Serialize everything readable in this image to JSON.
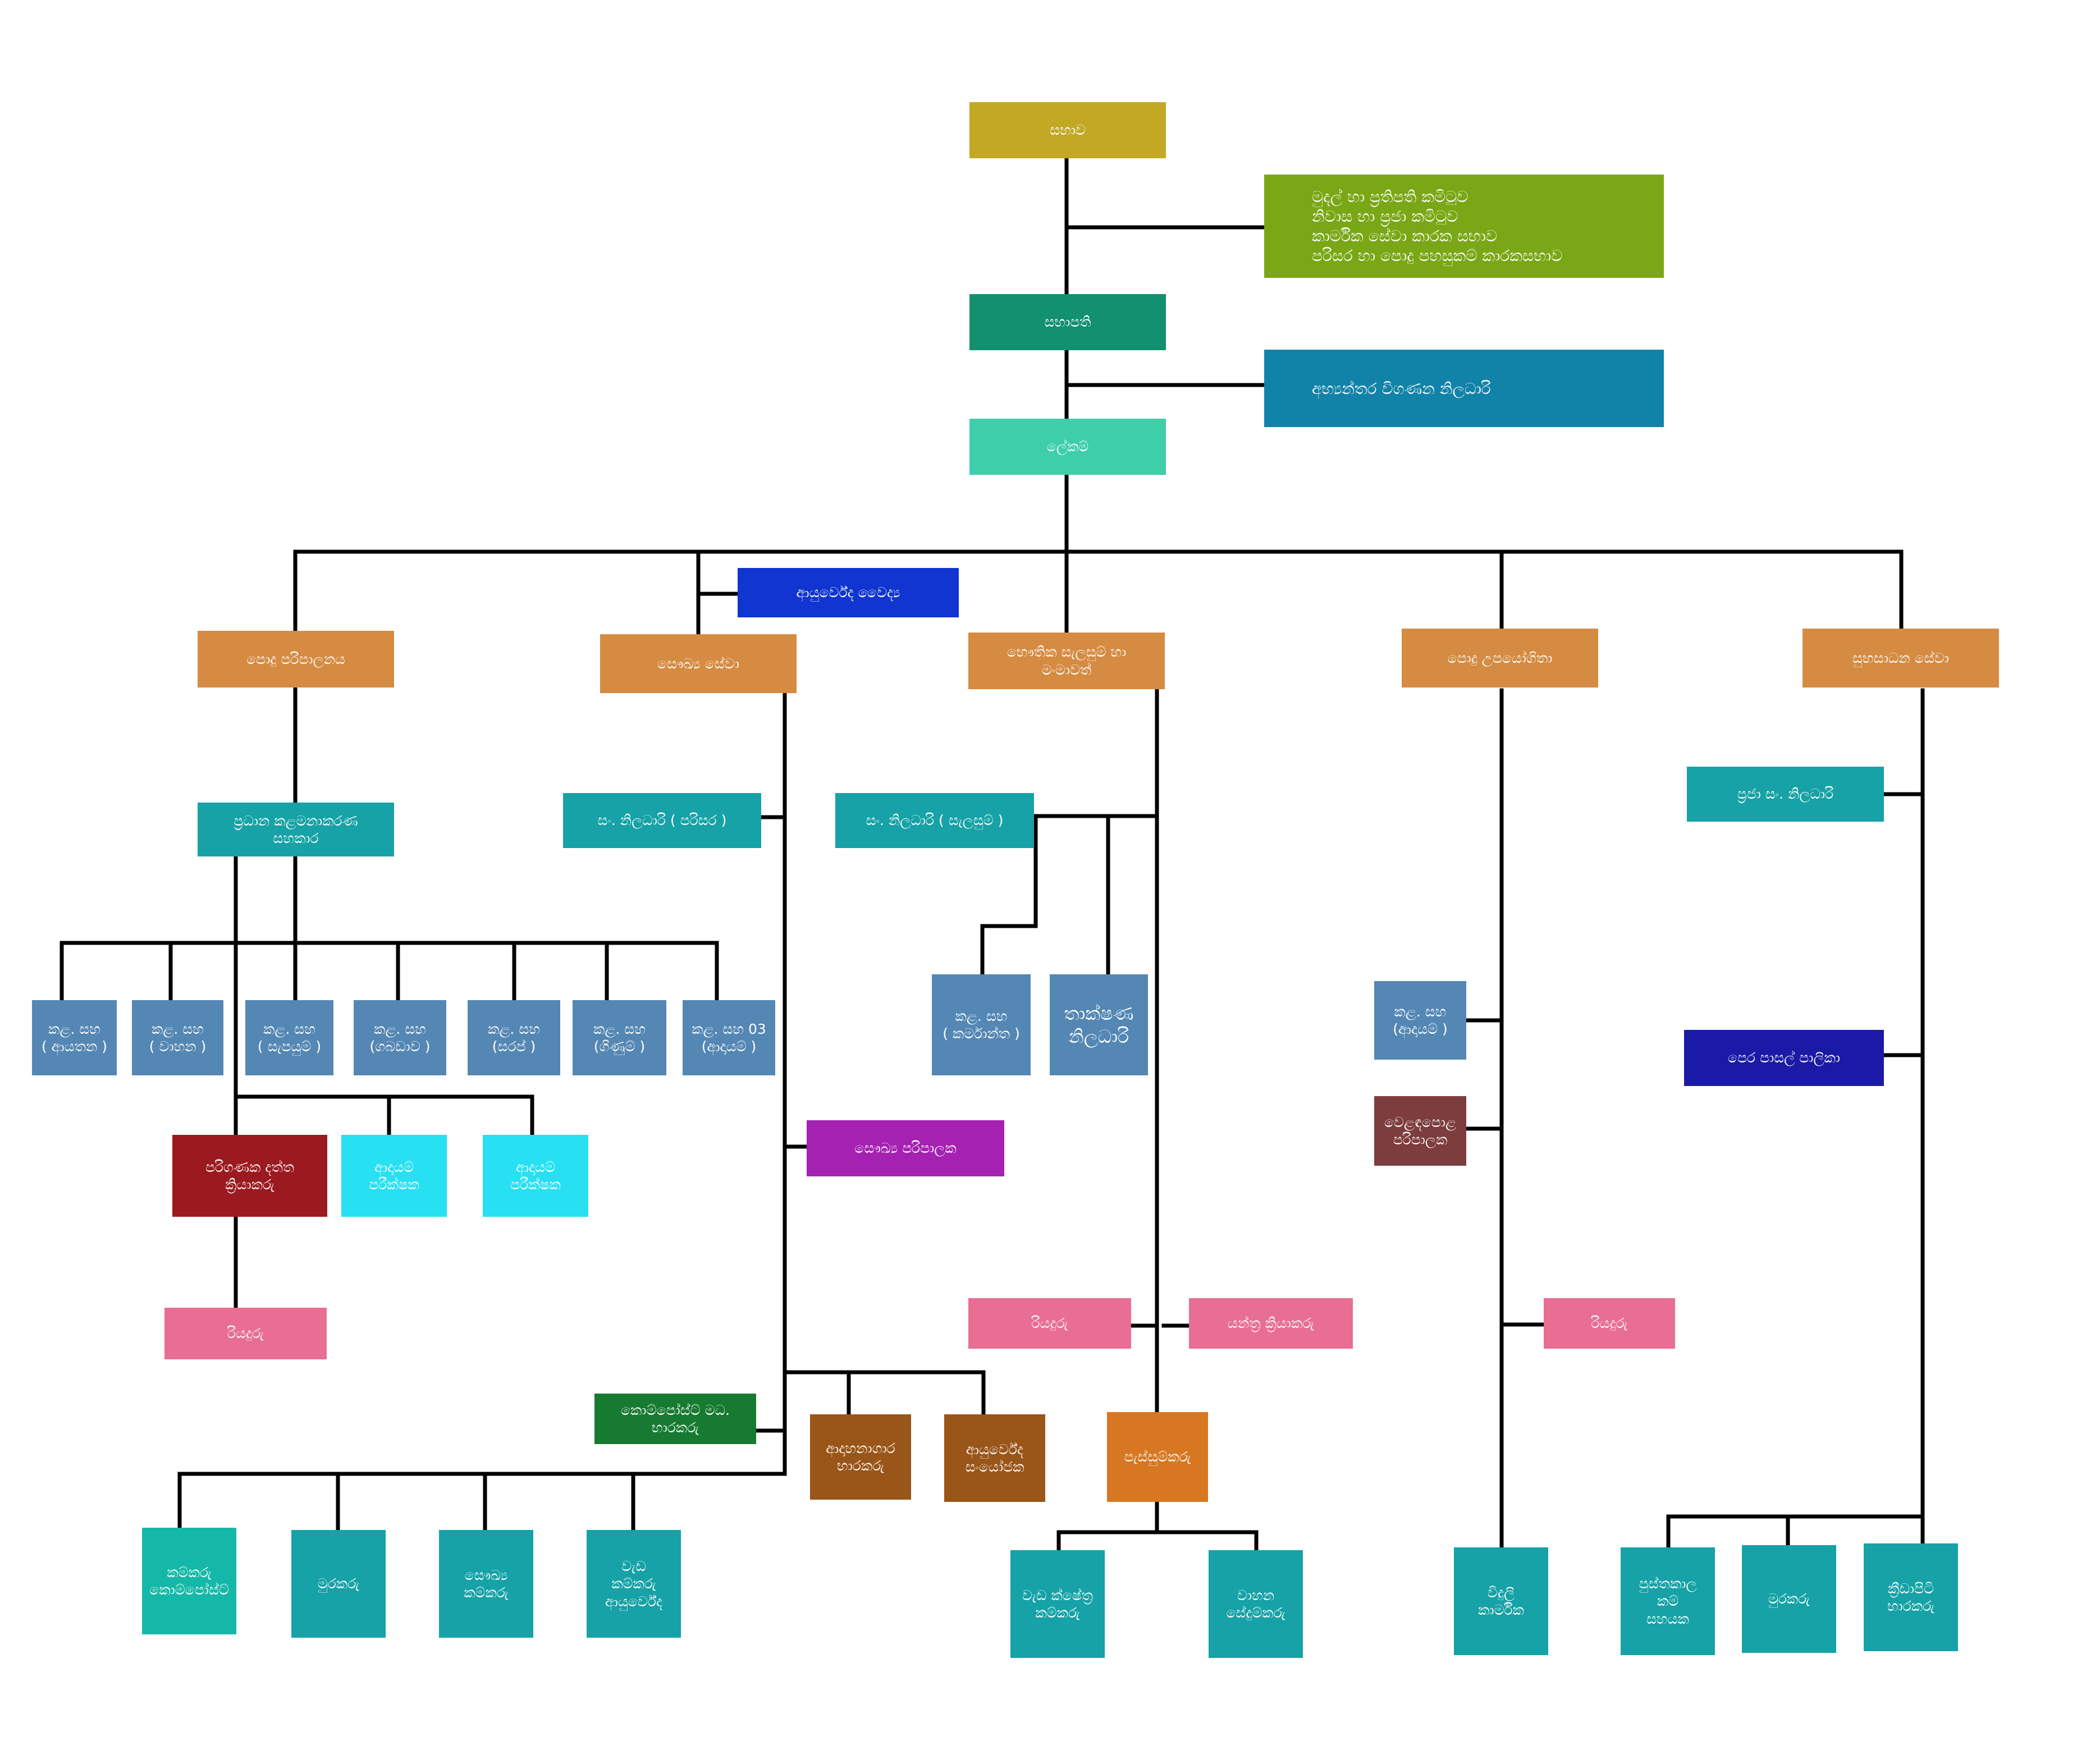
{
  "nodes": {
    "council": "සභාව",
    "committees": "මුදල් හා ප්‍රතිපති කමිටුව\nනිවාස හා ප්‍රජා කමිටුව\nකාර්මික සේවා කාරක සභාව\nපරිසර හා පොදු පහසුකම් කාරකසභාව",
    "chairman": "සභාපති",
    "internal_audit": "අභ්‍යන්තර විගණන නිලධාරි",
    "secretary": "ලේකම්",
    "ayurveda_doctor": "ආයුර්වේද වෛද්‍ය",
    "general_admin": "පොදු පරිපාලනය",
    "health_services": "සෞඛ්‍ය සේවා",
    "physical_planning": "භෞතික සැලසුම් හා\nමංමාවත්",
    "public_utilities": "පොදු උපයෝගිතා",
    "welfare_services": "සුභසාධන සේවා",
    "chief_mgmt_asst": "ප්‍රධාන කළමනාකරණ\nසහකාර",
    "dev_officer_env": "සං. නිලධාරි ( පරිසර )",
    "dev_officer_plan": "සං. නිලධාරි ( සැලසුම් )",
    "community_dev_officer": "ප්‍රජා සං. නිලධාරි",
    "ma_establishment": "කළ. සහ\n( ආයතන )",
    "ma_vehicle": "කළ. සහ\n( වාහන )",
    "ma_supplies": "කළ. සහ\n( සැපයුම් )",
    "ma_stores": "කළ. සහ\n(ගබඩාව )",
    "ma_crop": "කළ. සහ\n(සරප් )",
    "ma_accounts": "කළ. සහ\n(ගිණුම් )",
    "ma_revenue03": "කළ. සහ   03\n(ආදායම් )",
    "ma_works": "කළ. සහ\n( කර්මාන්ත )",
    "technical_officer": "තාක්ෂණ\nනිලධාරි",
    "ma_revenue_pu": "කළ. සහ\n(ආදායම් )",
    "preschool_teacher": "පෙර පාසල් පාලිකා",
    "computer_operator": "පරිගණක දත්ත\nක්‍රියාකරු",
    "revenue_inspector1": "ආදායම්\nපරීක්ෂක",
    "revenue_inspector2": "ආදායම්\nපරීක්ෂක",
    "health_overseer": "සෞඛ්‍ය පරිපාලක",
    "fair_overseer": "වෙළඳපොළ\nපරිපාලක",
    "driver_admin": "රියදුරු",
    "driver_plan": "රියදුරු",
    "machine_operator": "යන්ත්‍ර ක්‍රියාකරු",
    "driver_pu": "රියදුරු",
    "compost_supervisor": "කොම්පෝස්ට් මධ.\nභාරකරු",
    "crematorium_keeper": "ආදාහනාගාර\nභාරකරු",
    "ayurveda_assistant": "ආයුර්වේද\nසංයෝජක",
    "work_supervisor": "පැස්සුම්කරු",
    "labour_compost": "කම්කරු\nකොම්පෝස්ට්",
    "watcher_health": "මුරකරු",
    "health_labourer": "සෞඛ්‍ය\nකම්කරු",
    "ayurveda_labourer": "වැඩ\nකම්කරු\nආයුර්වේද",
    "field_labourer": "වැඩ ක්ෂේත්‍ර\nකම්කරු",
    "vehicle_cleaner": "වාහන\nසේදුම්කරු",
    "electrician": "විදුලි\nකාර්මික",
    "library_assistant": "පුස්තකාල\nකම්\nසහයක",
    "watcher_welfare": "මුරකරු",
    "playground_keeper": "ක්‍රීඩාපිටි\nභාරකරු"
  },
  "colors": {
    "council": "#c3a826",
    "committees": "#7aa716",
    "chairman": "#129070",
    "audit": "#1283a8",
    "secretary": "#3ecfaa",
    "ayurveda_doctor": "#1035d0",
    "division": "#d58b42",
    "teal": "#16a2a6",
    "steel": "#5487b4",
    "navy": "#1b1aa6",
    "crimson": "#9b1a1f",
    "cyan": "#27e0f2",
    "purple": "#a421b2",
    "maroon": "#7d3c3d",
    "pink": "#e86e94",
    "green": "#167a30",
    "brown": "#9a5518",
    "orange": "#d87721",
    "line": "#000000"
  }
}
